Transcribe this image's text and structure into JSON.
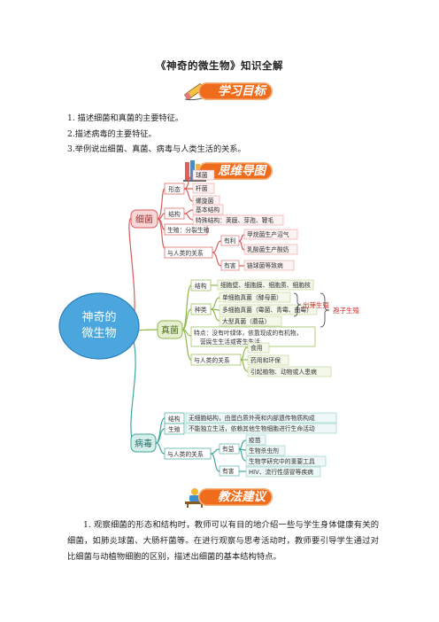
{
  "title": "《神奇的微生物》知识全解",
  "sections": {
    "objectives": "学习目标",
    "mindmap": "思维导图",
    "teaching": "教法建议"
  },
  "objectives": [
    "1.  描述细菌和真菌的主要特征。",
    "2.描述病毒的主要特征。",
    "3.举例说出细菌、真菌、病毒与人类生活的关系。"
  ],
  "mindmap": {
    "root": [
      "神奇的",
      "微生物"
    ],
    "bacteria": {
      "label": "细菌",
      "shape": "形态",
      "shapes": [
        "球菌",
        "杆菌",
        "螺旋菌"
      ],
      "structure": "结构",
      "structures": [
        "基本结构",
        "特殊结构：荚膜、芽孢、鞭毛"
      ],
      "reproduction": "生殖：分裂生殖",
      "relation": "与人类的关系",
      "beneficial": "有利",
      "beneficial_items": [
        "甲烷菌生产沼气",
        "乳酸菌生产酸奶"
      ],
      "harmful": "有害",
      "harmful_items": [
        "链球菌等致病"
      ]
    },
    "fungi": {
      "label": "真菌",
      "structure": "结构",
      "structure_item": "细胞壁、细胞膜、细胞质、细胞核",
      "kinds": "种类",
      "kind_items": [
        "单细胞真菌（酵母菌）",
        "多细胞真菌（霉菌、青霉、曲霉）",
        "大型真菌（蘑菇）"
      ],
      "budding": "出芽生殖",
      "spore": "孢子生殖",
      "features": [
        "特点：没有叶绿体，依靠现成的有机物，",
        "营腐生生活或寄生生活"
      ],
      "relation": "与人类的关系",
      "relation_items": [
        "食用",
        "药用和环保",
        "引起植物、动物或人患病"
      ]
    },
    "virus": {
      "label": "病毒",
      "structure": "结构",
      "structure_item": "无细胞结构，由蛋白质外壳和内部遗传物质构成",
      "life": "生殖",
      "life_item": "不能独立生活，依赖其他生物细胞进行生命活动",
      "relation": "与人类的关系",
      "beneficial": "有益",
      "beneficial_items": [
        "疫苗",
        "生物杀虫剂",
        "生物学研究中的重要工具"
      ],
      "harmful": "有害",
      "harmful_items": [
        "HIV、流行性感冒等疾病"
      ]
    }
  },
  "teaching": "1.  观察细菌的形态和结构时，教师可以有目的地介绍一些与学生身体健康有关的细菌，如肺炎球菌、大肠杆菌等。在进行观察与思考活动时，教师要引导学生通过对比细菌与动植物细胞的区别，描述出细菌的基本结构特点。",
  "colors": {
    "orange": "#ef6c1c",
    "bacteria": "#d95a5a",
    "fungi": "#8fb84a",
    "virus": "#3ea79b",
    "root": "#4aa6dd"
  }
}
